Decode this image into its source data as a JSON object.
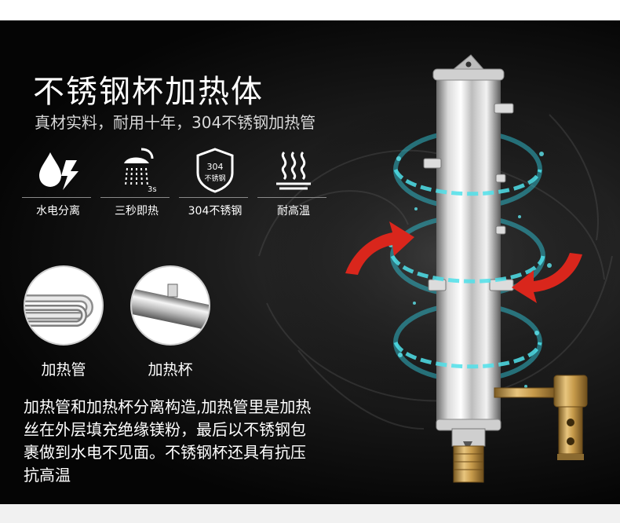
{
  "header": {
    "title": "不锈钢杯加热体",
    "subtitle": "真材实料，耐用十年，304不锈钢加热管"
  },
  "features": [
    {
      "icon": "water-electric-icon",
      "label": "水电分离"
    },
    {
      "icon": "shower-head-icon",
      "label": "三秒即热",
      "badge": "3s"
    },
    {
      "icon": "stainless-304-badge-icon",
      "label": "304不锈钢",
      "badge_top": "304",
      "badge_bottom": "不锈钢"
    },
    {
      "icon": "heat-wave-icon",
      "label": "耐高温"
    }
  ],
  "parts": [
    {
      "icon": "heating-tube-icon",
      "label": "加热管"
    },
    {
      "icon": "heating-cup-icon",
      "label": "加热杯"
    }
  ],
  "description": {
    "lines": [
      "加热管和加热杯分离构造,加热管里是加热",
      "丝在外层填充绝缘镁粉，最后以不锈钢包",
      "裹做到水电不见面。不锈钢杯还具有抗压",
      "抗高温"
    ]
  },
  "colors": {
    "background": "#0a0a0a",
    "text": "#ffffff",
    "water_accent": "#39c8d6",
    "arrow_red": "#d9261c",
    "brass": "#c9a25a",
    "steel": "#e6e6e6"
  }
}
